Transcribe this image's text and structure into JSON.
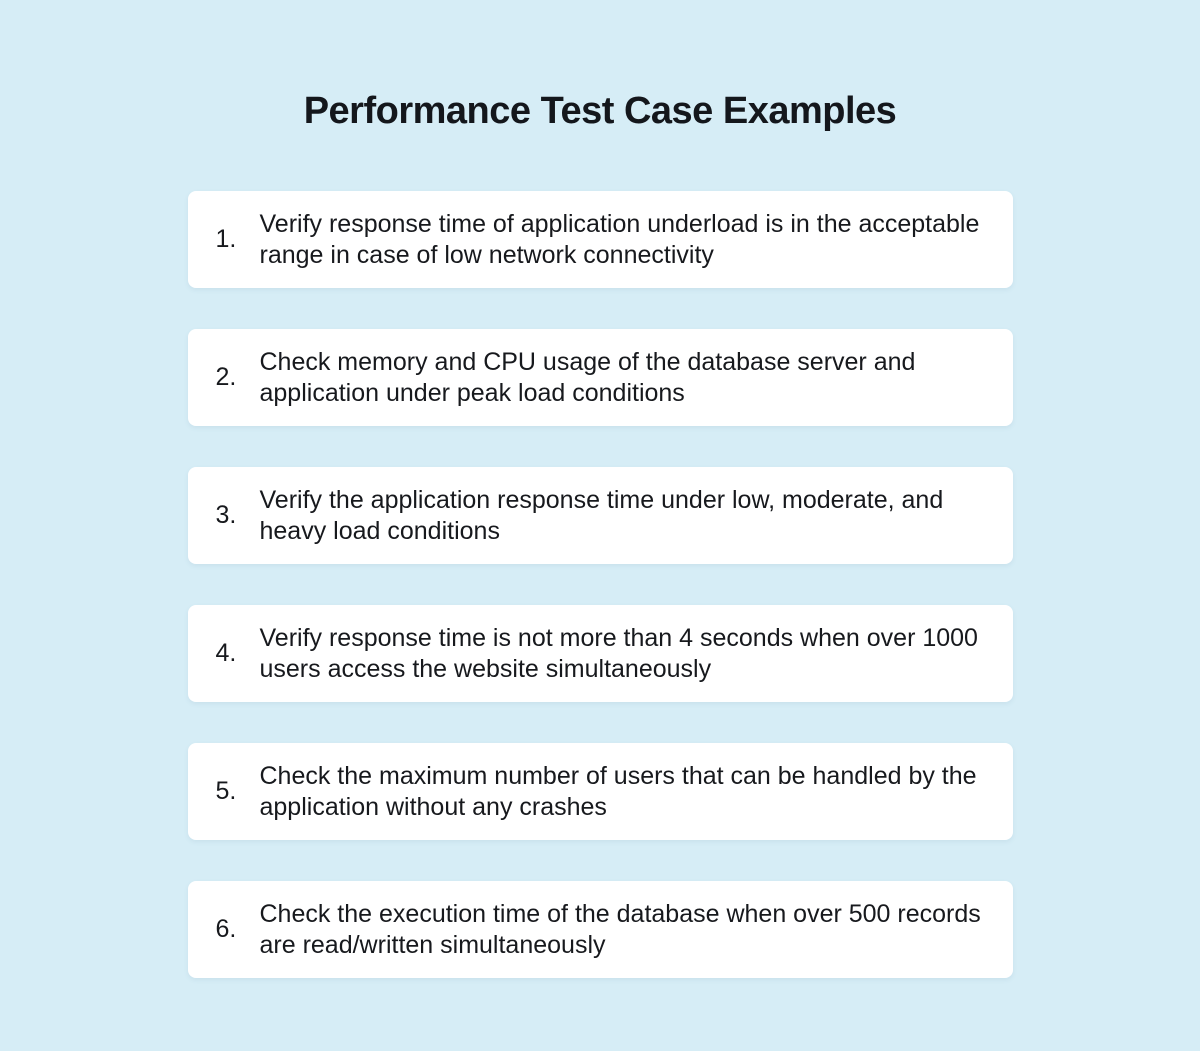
{
  "page": {
    "title": "Performance Test Case Examples",
    "background_color": "#d6edf6",
    "card_color": "#ffffff",
    "text_color": "#17191d"
  },
  "test_cases": [
    {
      "number": "1.",
      "text": "Verify response time of application underload is in the acceptable range in case of low network connectivity"
    },
    {
      "number": "2.",
      "text": "Check memory and CPU usage of the database server and application under peak load conditions"
    },
    {
      "number": "3.",
      "text": "Verify the application response time under low, moderate, and heavy load conditions"
    },
    {
      "number": "4.",
      "text": "Verify response time is not more than 4 seconds when over 1000 users access the website simultaneously"
    },
    {
      "number": "5.",
      "text": "Check the maximum number of users that can be handled by the application without any crashes"
    },
    {
      "number": "6.",
      "text": "Check the execution time of the database when over 500 records are read/written simultaneously"
    }
  ]
}
